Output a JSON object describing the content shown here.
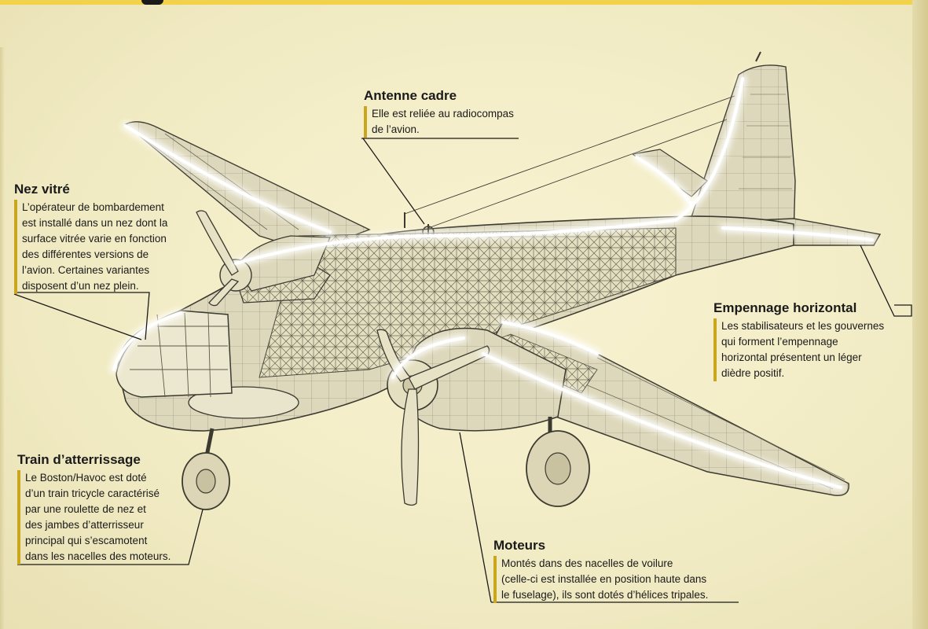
{
  "callouts": {
    "antenne": {
      "title": "Antenne cadre",
      "lines": [
        "Elle est reliée au radiocompas",
        "de l’avion."
      ]
    },
    "nez": {
      "title": "Nez vitré",
      "lines": [
        "L’opérateur de bombardement",
        "est installé dans un nez dont la",
        "surface vitrée varie en fonction",
        "des différentes versions de",
        "l’avion. Certaines variantes",
        "disposent d’un nez plein."
      ]
    },
    "empennage": {
      "title": "Empennage horizontal",
      "lines": [
        "Les stabilisateurs et les gouvernes",
        "qui forment l’empennage",
        "horizontal présentent un léger",
        "dièdre positif."
      ]
    },
    "train": {
      "title": "Train d’atterrissage",
      "lines": [
        "Le Boston/Havoc est doté",
        "d’un train tricycle caractérisé",
        "par une roulette de nez et",
        "des jambes d’atterrisseur",
        "principal qui s’escamotent",
        "dans les nacelles des moteurs."
      ]
    },
    "moteurs": {
      "title": "Moteurs",
      "lines": [
        "Montés dans des nacelles de voilure",
        "(celle-ci est installée en position haute dans",
        "le fuselage), ils sont dotés d’hélices tripales."
      ]
    }
  },
  "colors": {
    "accent": "#c9a61c",
    "page": "#f4eec9",
    "topbar": "#f2d24a",
    "line": "#1a1a1a"
  }
}
